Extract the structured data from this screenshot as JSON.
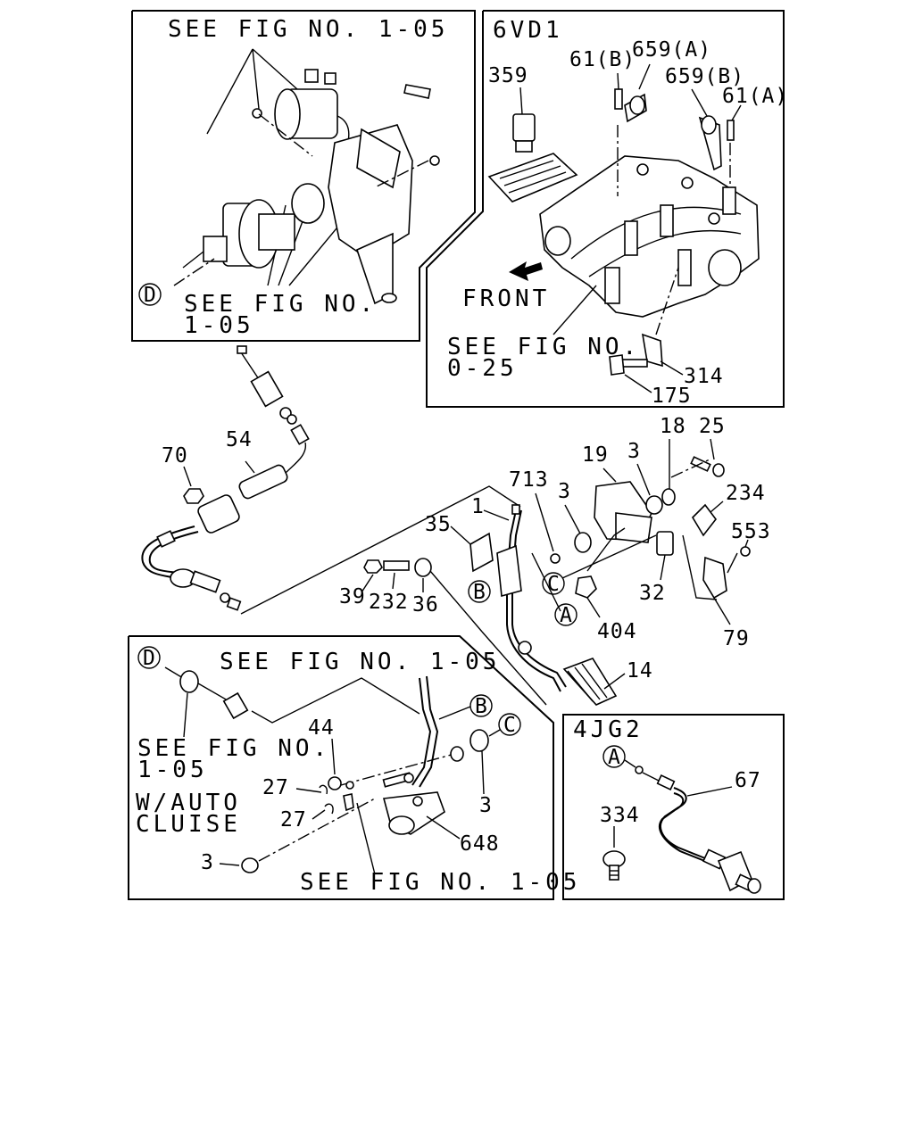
{
  "panels": {
    "top_left": {
      "ref_top": "SEE FIG NO. 1-05",
      "ref_bottom_line1": "SEE FIG NO.",
      "ref_bottom_line2": "1-05",
      "callout_d": "D"
    },
    "top_right": {
      "variant": "6VD1",
      "direction": "FRONT",
      "ref_line1": "SEE FIG NO.",
      "ref_line2": "0-25",
      "parts": [
        "359",
        "61(B)",
        "659(A)",
        "659(B)",
        "61(A)",
        "314",
        "175"
      ]
    },
    "bottom_left": {
      "callout_d": "D",
      "ref_top": "SEE FIG NO. 1-05",
      "ref_mid_line1": "SEE FIG NO.",
      "ref_mid_line2": "1-05",
      "note_line1": "W/AUTO",
      "note_line2": "CLUISE",
      "ref_bottom": "SEE FIG NO. 1-05",
      "callout_b": "B",
      "callout_c": "C",
      "parts": [
        "44",
        "27",
        "27",
        "3",
        "3",
        "648"
      ]
    },
    "bottom_right": {
      "variant": "4JG2",
      "callout_a": "A",
      "parts": [
        "67",
        "334"
      ]
    }
  },
  "main_parts": [
    "70",
    "54",
    "713",
    "3",
    "19",
    "3",
    "18",
    "25",
    "234",
    "553",
    "1",
    "35",
    "39",
    "232",
    "36",
    "32",
    "404",
    "79",
    "14"
  ],
  "callouts": {
    "a": "A",
    "b": "B",
    "c": "C"
  }
}
